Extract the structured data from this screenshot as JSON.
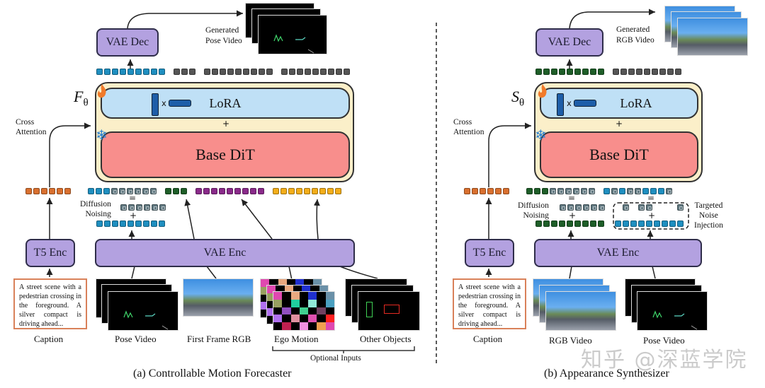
{
  "panel_a": {
    "caption": "(a) Controllable Motion Forecaster",
    "model_symbol": "F",
    "model_subscript": "θ",
    "vae_dec": "VAE Dec",
    "generated_label": [
      "Generated",
      "Pose Video"
    ],
    "lora": "LoRA",
    "lora_mult": "x",
    "plus": "+",
    "base_dit": "Base DiT",
    "cross_attention": [
      "Cross",
      "Attention"
    ],
    "diffusion_noising": [
      "Diffusion",
      "Noising"
    ],
    "equals": "=",
    "t5_enc": "T5 Enc",
    "vae_enc": "VAE Enc",
    "caption_text": "A street scene with a pedestrian crossing in the foreground. A silver compact is driving ahead...",
    "inputs": [
      "Caption",
      "Pose Video",
      "First Frame RGB",
      "Ego Motion",
      "Other Objects"
    ],
    "optional_inputs": "Optional Inputs",
    "output_tokens": [
      {
        "color": "#1f8fc0",
        "count": 9,
        "noised": 0
      },
      {
        "color": "#555555",
        "count": 3,
        "noised": 0
      },
      {
        "color": "#555555",
        "count": 9,
        "noised": 0
      },
      {
        "color": "#555555",
        "count": 9,
        "noised": 0
      }
    ],
    "input_tokens": [
      {
        "color": "#d9702f",
        "count": 6
      },
      {
        "color": "#1f8fc0",
        "count": 9,
        "clean": 3
      },
      {
        "color": "#1e5e28",
        "count": 3
      },
      {
        "color": "#8a2a8a",
        "count": 9
      },
      {
        "color": "#f3ae1a",
        "count": 9
      }
    ]
  },
  "panel_b": {
    "caption": "(b) Appearance Synthesizer",
    "model_symbol": "S",
    "model_subscript": "θ",
    "vae_dec": "VAE Dec",
    "generated_label": [
      "Generated",
      "RGB Video"
    ],
    "lora": "LoRA",
    "lora_mult": "x",
    "plus": "+",
    "base_dit": "Base DiT",
    "cross_attention": [
      "Cross",
      "Attention"
    ],
    "diffusion_noising": [
      "Diffusion",
      "Noising"
    ],
    "targeted_noise": [
      "Targeted",
      "Noise",
      "Injection"
    ],
    "equals": "=",
    "t5_enc": "T5 Enc",
    "vae_enc": "VAE Enc",
    "caption_text": "A street scene with a pedestrian crossing in the foreground. A silver compact is driving ahead...",
    "inputs": [
      "Caption",
      "RGB Video",
      "Pose Video"
    ],
    "output_tokens": [
      {
        "color": "#1e5e28",
        "count": 9
      },
      {
        "color": "#555555",
        "count": 9
      }
    ],
    "input_tokens": [
      {
        "color": "#d9702f",
        "count": 6
      },
      {
        "color": "#1e5e28",
        "count": 9,
        "clean": 3
      },
      {
        "color": "#1f8fc0",
        "count": 9,
        "noised_idx": [
          1,
          3,
          4,
          8
        ]
      }
    ]
  },
  "watermark": "知乎 @深蓝学院",
  "colors": {
    "encoder": "#b3a1e0",
    "outer": "#fbefc9",
    "lora": "#bfe0f6",
    "dit": "#f88e8c",
    "noise": "#607880",
    "caption_border": "#d9815a",
    "fire": "#f07a2a",
    "snow": "#2a7fd0"
  }
}
